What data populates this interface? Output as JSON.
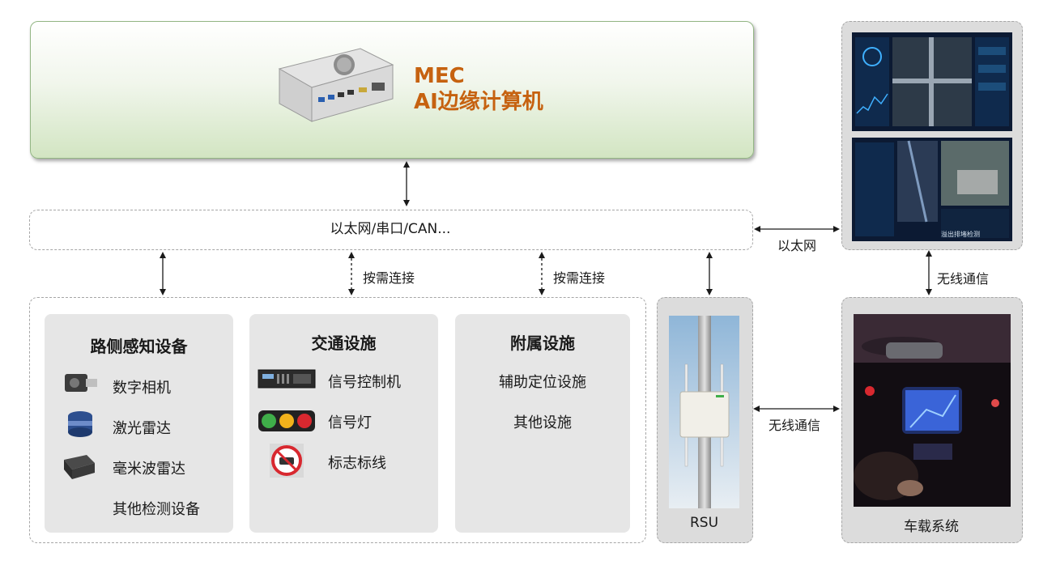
{
  "mec": {
    "line1": "MEC",
    "line2": "AI边缘计算机"
  },
  "bus": {
    "label": "以太网/串口/CAN..."
  },
  "connections": {
    "on_demand_1": "按需连接",
    "on_demand_2": "按需连接",
    "ethernet": "以太网",
    "wireless_rsu": "无线通信",
    "wireless_vehicle": "无线通信"
  },
  "panels": {
    "sensing": {
      "title": "路侧感知设备",
      "items": [
        "数字相机",
        "激光雷达",
        "毫米波雷达",
        "其他检测设备"
      ]
    },
    "traffic": {
      "title": "交通设施",
      "items": [
        "信号控制机",
        "信号灯",
        "标志标线"
      ]
    },
    "auxiliary": {
      "title": "附属设施",
      "items": [
        "辅助定位设施",
        "其他设施"
      ]
    }
  },
  "rsu": {
    "label": "RSU"
  },
  "vehicle": {
    "label": "车载系统"
  },
  "screen": {
    "caption": "溢出排堵检测"
  },
  "colors": {
    "mec_text": "#c66210",
    "mec_border": "#93b684",
    "panel_bg": "#e6e6e6"
  }
}
